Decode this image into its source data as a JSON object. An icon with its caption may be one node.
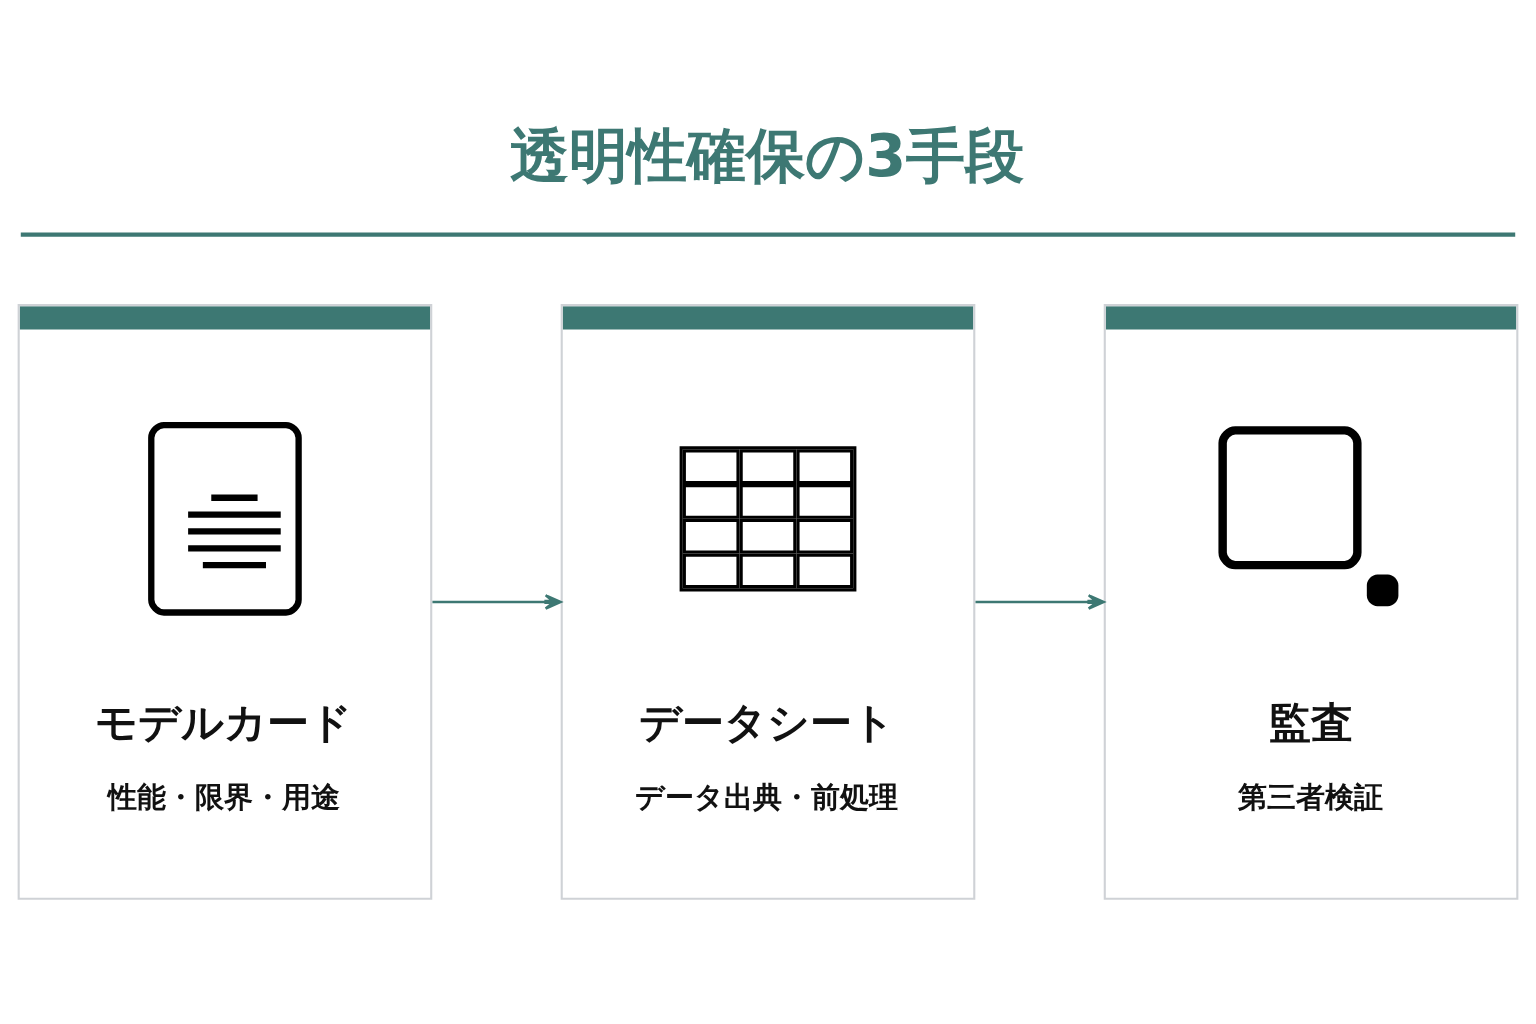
{
  "diagram": {
    "title": "透明性確保の3手段",
    "nodes": [
      {
        "text": [
          "モデルカード",
          "性能・限界・用途"
        ]
      },
      {
        "text": [
          "データシート",
          "データ出典・前処理"
        ]
      },
      {
        "text": [
          "監査",
          "第三者検証"
        ]
      }
    ],
    "edges": [
      {
        "from": 0,
        "to": 1,
        "arrow": "to"
      },
      {
        "from": 1,
        "to": 2,
        "arrow": "to"
      }
    ]
  }
}
